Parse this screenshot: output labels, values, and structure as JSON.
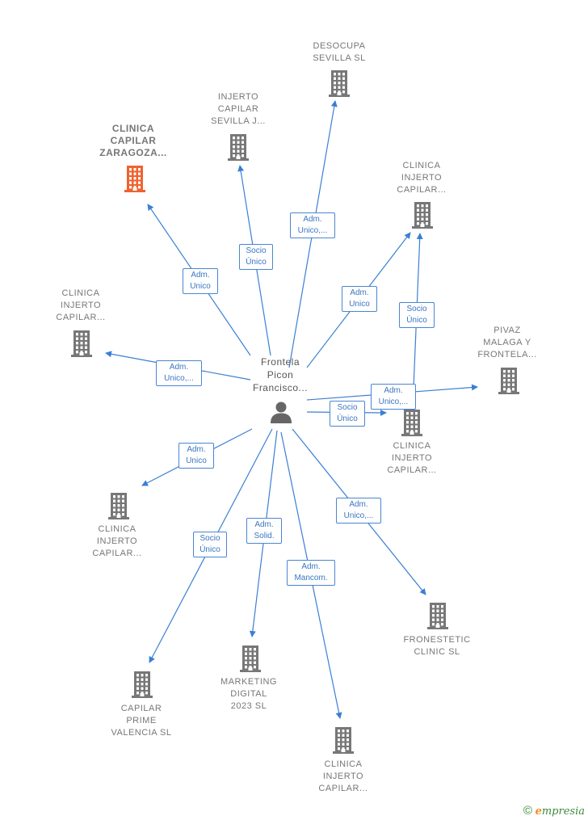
{
  "center": {
    "lines": [
      "Frontela",
      "Picon",
      "Francisco..."
    ],
    "icon": "person-icon"
  },
  "colors": {
    "edge": "#3b7fd4",
    "company": "#777777",
    "highlight": "#f0622e"
  },
  "nodes": [
    {
      "id": "desocupa",
      "lines": [
        "DESOCUPA",
        "SEVILLA  SL"
      ],
      "highlight": false
    },
    {
      "id": "injerto-sevilla",
      "lines": [
        "INJERTO",
        "CAPILAR",
        "SEVILLA J..."
      ],
      "highlight": false
    },
    {
      "id": "clinica-zaragoza",
      "lines": [
        "CLINICA",
        "CAPILAR",
        "ZARAGOZA..."
      ],
      "highlight": true
    },
    {
      "id": "clinica-ne",
      "lines": [
        "CLINICA",
        "INJERTO",
        "CAPILAR..."
      ],
      "highlight": false
    },
    {
      "id": "clinica-w",
      "lines": [
        "CLINICA",
        "INJERTO",
        "CAPILAR..."
      ],
      "highlight": false
    },
    {
      "id": "pivaz",
      "lines": [
        "PIVAZ",
        "MALAGA Y",
        "FRONTELA..."
      ],
      "highlight": false
    },
    {
      "id": "clinica-e",
      "lines": [
        "CLINICA",
        "INJERTO",
        "CAPILAR..."
      ],
      "highlight": false
    },
    {
      "id": "clinica-sw",
      "lines": [
        "CLINICA",
        "INJERTO",
        "CAPILAR..."
      ],
      "highlight": false
    },
    {
      "id": "fronestetic",
      "lines": [
        "FRONESTETIC",
        "CLINIC  SL"
      ],
      "highlight": false
    },
    {
      "id": "marketing",
      "lines": [
        "MARKETING",
        "DIGITAL",
        "2023  SL"
      ],
      "highlight": false
    },
    {
      "id": "capilar-prime",
      "lines": [
        "CAPILAR",
        "PRIME",
        "VALENCIA  SL"
      ],
      "highlight": false
    },
    {
      "id": "clinica-s",
      "lines": [
        "CLINICA",
        "INJERTO",
        "CAPILAR..."
      ],
      "highlight": false
    }
  ],
  "relations": [
    {
      "target": "desocupa",
      "lines": [
        "Adm.",
        "Unico,..."
      ]
    },
    {
      "target": "injerto-sevilla",
      "lines": [
        "Socio",
        "Único"
      ]
    },
    {
      "target": "clinica-zaragoza",
      "lines": [
        "Adm.",
        "Unico"
      ]
    },
    {
      "target": "clinica-ne",
      "lines": [
        "Adm.",
        "Unico"
      ]
    },
    {
      "target": "clinica-ne",
      "lines": [
        "Socio",
        "Único"
      ]
    },
    {
      "target": "clinica-w",
      "lines": [
        "Adm.",
        "Unico,..."
      ]
    },
    {
      "target": "pivaz",
      "lines": [
        "Adm.",
        "Unico,..."
      ]
    },
    {
      "target": "clinica-e",
      "lines": [
        "Socio",
        "Único"
      ]
    },
    {
      "target": "clinica-sw",
      "lines": [
        "Adm.",
        "Unico"
      ]
    },
    {
      "target": "fronestetic",
      "lines": [
        "Adm.",
        "Unico,..."
      ]
    },
    {
      "target": "marketing",
      "lines": [
        "Adm.",
        "Solid."
      ]
    },
    {
      "target": "capilar-prime",
      "lines": [
        "Socio",
        "Único"
      ]
    },
    {
      "target": "clinica-s",
      "lines": [
        "Adm.",
        "Mancom."
      ]
    }
  ],
  "brand": {
    "copyright": "©",
    "initial": "e",
    "rest": "mpresia"
  }
}
